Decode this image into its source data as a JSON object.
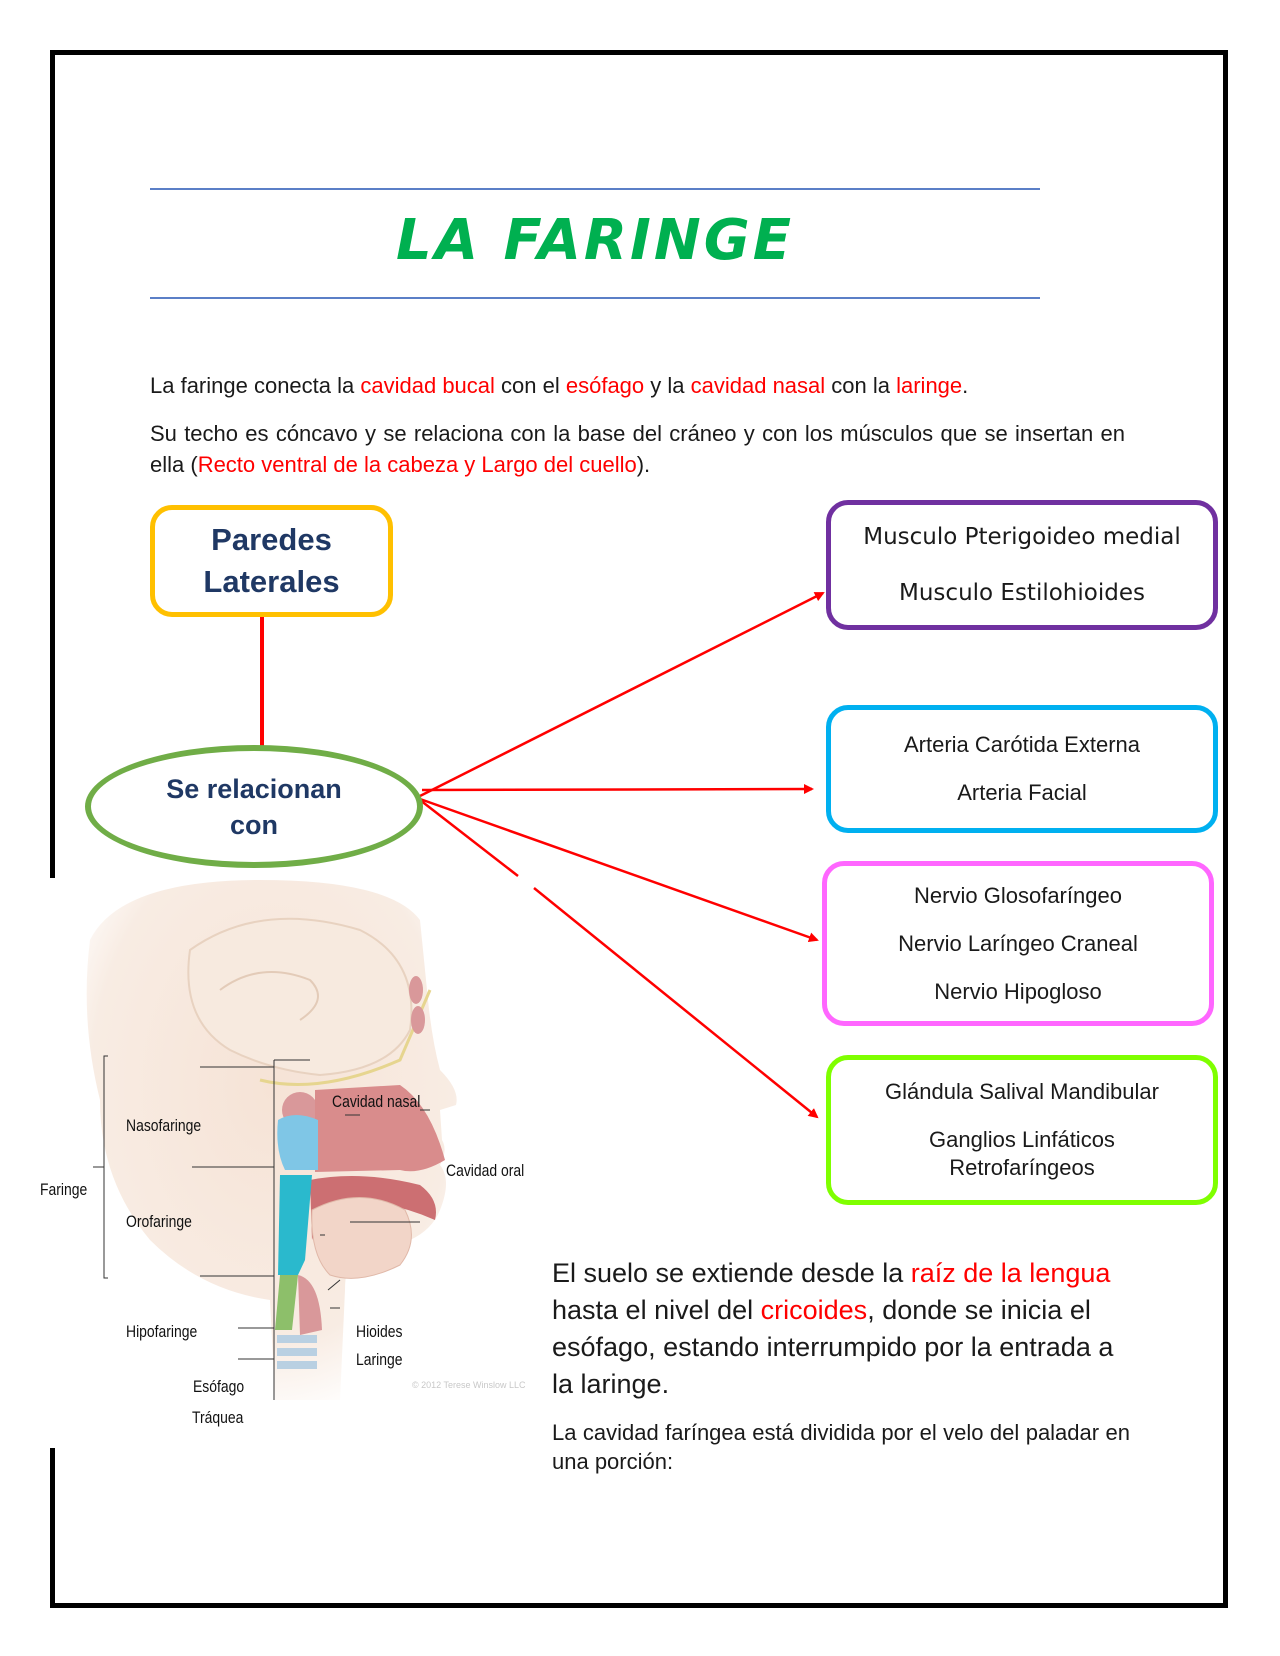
{
  "title": "LA FARINGE",
  "colors": {
    "title": "#00b050",
    "rule": "#5b7fc7",
    "highlight": "#ff0000",
    "heading_text": "#1f3864",
    "box_paredes": "#ffc000",
    "ellipse": "#70ad47",
    "box_muscles": "#7030a0",
    "box_arteries": "#00b0f0",
    "box_nerves": "#ff66ff",
    "box_glands": "#7fff00",
    "arrows": "#ff0000"
  },
  "intro": {
    "p1": {
      "t1": "La faringe conecta la ",
      "r1": "cavidad bucal",
      "t2": " con el ",
      "r2": "esófago",
      "t3": " y la ",
      "r3": "cavidad nasal",
      "t4": " con la ",
      "r4": "laringe",
      "t5": "."
    },
    "p2": {
      "t1": "Su techo es cóncavo y se relaciona con la base del cráneo y con los músculos que se insertan en ella (",
      "r1": "Recto ventral de la cabeza y Largo del cuello",
      "t2": ")."
    }
  },
  "diagram": {
    "heading_box": {
      "line1": "Paredes",
      "line2": "Laterales"
    },
    "center_ellipse": {
      "line1": "Se relacionan",
      "line2": "con"
    },
    "boxes": [
      {
        "id": "muscles",
        "items": [
          "Musculo Pterigoideo medial",
          "Musculo Estilohioides"
        ]
      },
      {
        "id": "arteries",
        "items": [
          "Arteria Carótida Externa",
          "Arteria Facial"
        ]
      },
      {
        "id": "nerves",
        "items": [
          "Nervio Glosofaríngeo",
          "Nervio Laríngeo Craneal",
          "Nervio Hipogloso"
        ]
      },
      {
        "id": "glands",
        "items": [
          "Glándula Salival Mandibular",
          "Ganglios Linfáticos Retrofaríngeos"
        ]
      }
    ]
  },
  "anatomy_figure": {
    "labels": {
      "faringe": "Faringe",
      "nasofaringe": "Nasofaringe",
      "orofaringe": "Orofaringe",
      "hipofaringe": "Hipofaringe",
      "esofago": "Esófago",
      "traquea": "Tráquea",
      "cavidad_nasal": "Cavidad nasal",
      "cavidad_oral": "Cavidad oral",
      "hioides": "Hioides",
      "laringe": "Laringe"
    },
    "copyright": "© 2012 Terese Winslow LLC"
  },
  "floor_paragraph": {
    "t1": "El suelo se extiende desde la ",
    "r1": "raíz de la lengua",
    "t2": " hasta el nivel del ",
    "r2": "cricoides",
    "t3": ", donde se inicia el esófago, estando interrumpido por la entrada a la laringe."
  },
  "division_paragraph": "La cavidad faríngea está dividida por el velo del paladar en una porción:"
}
